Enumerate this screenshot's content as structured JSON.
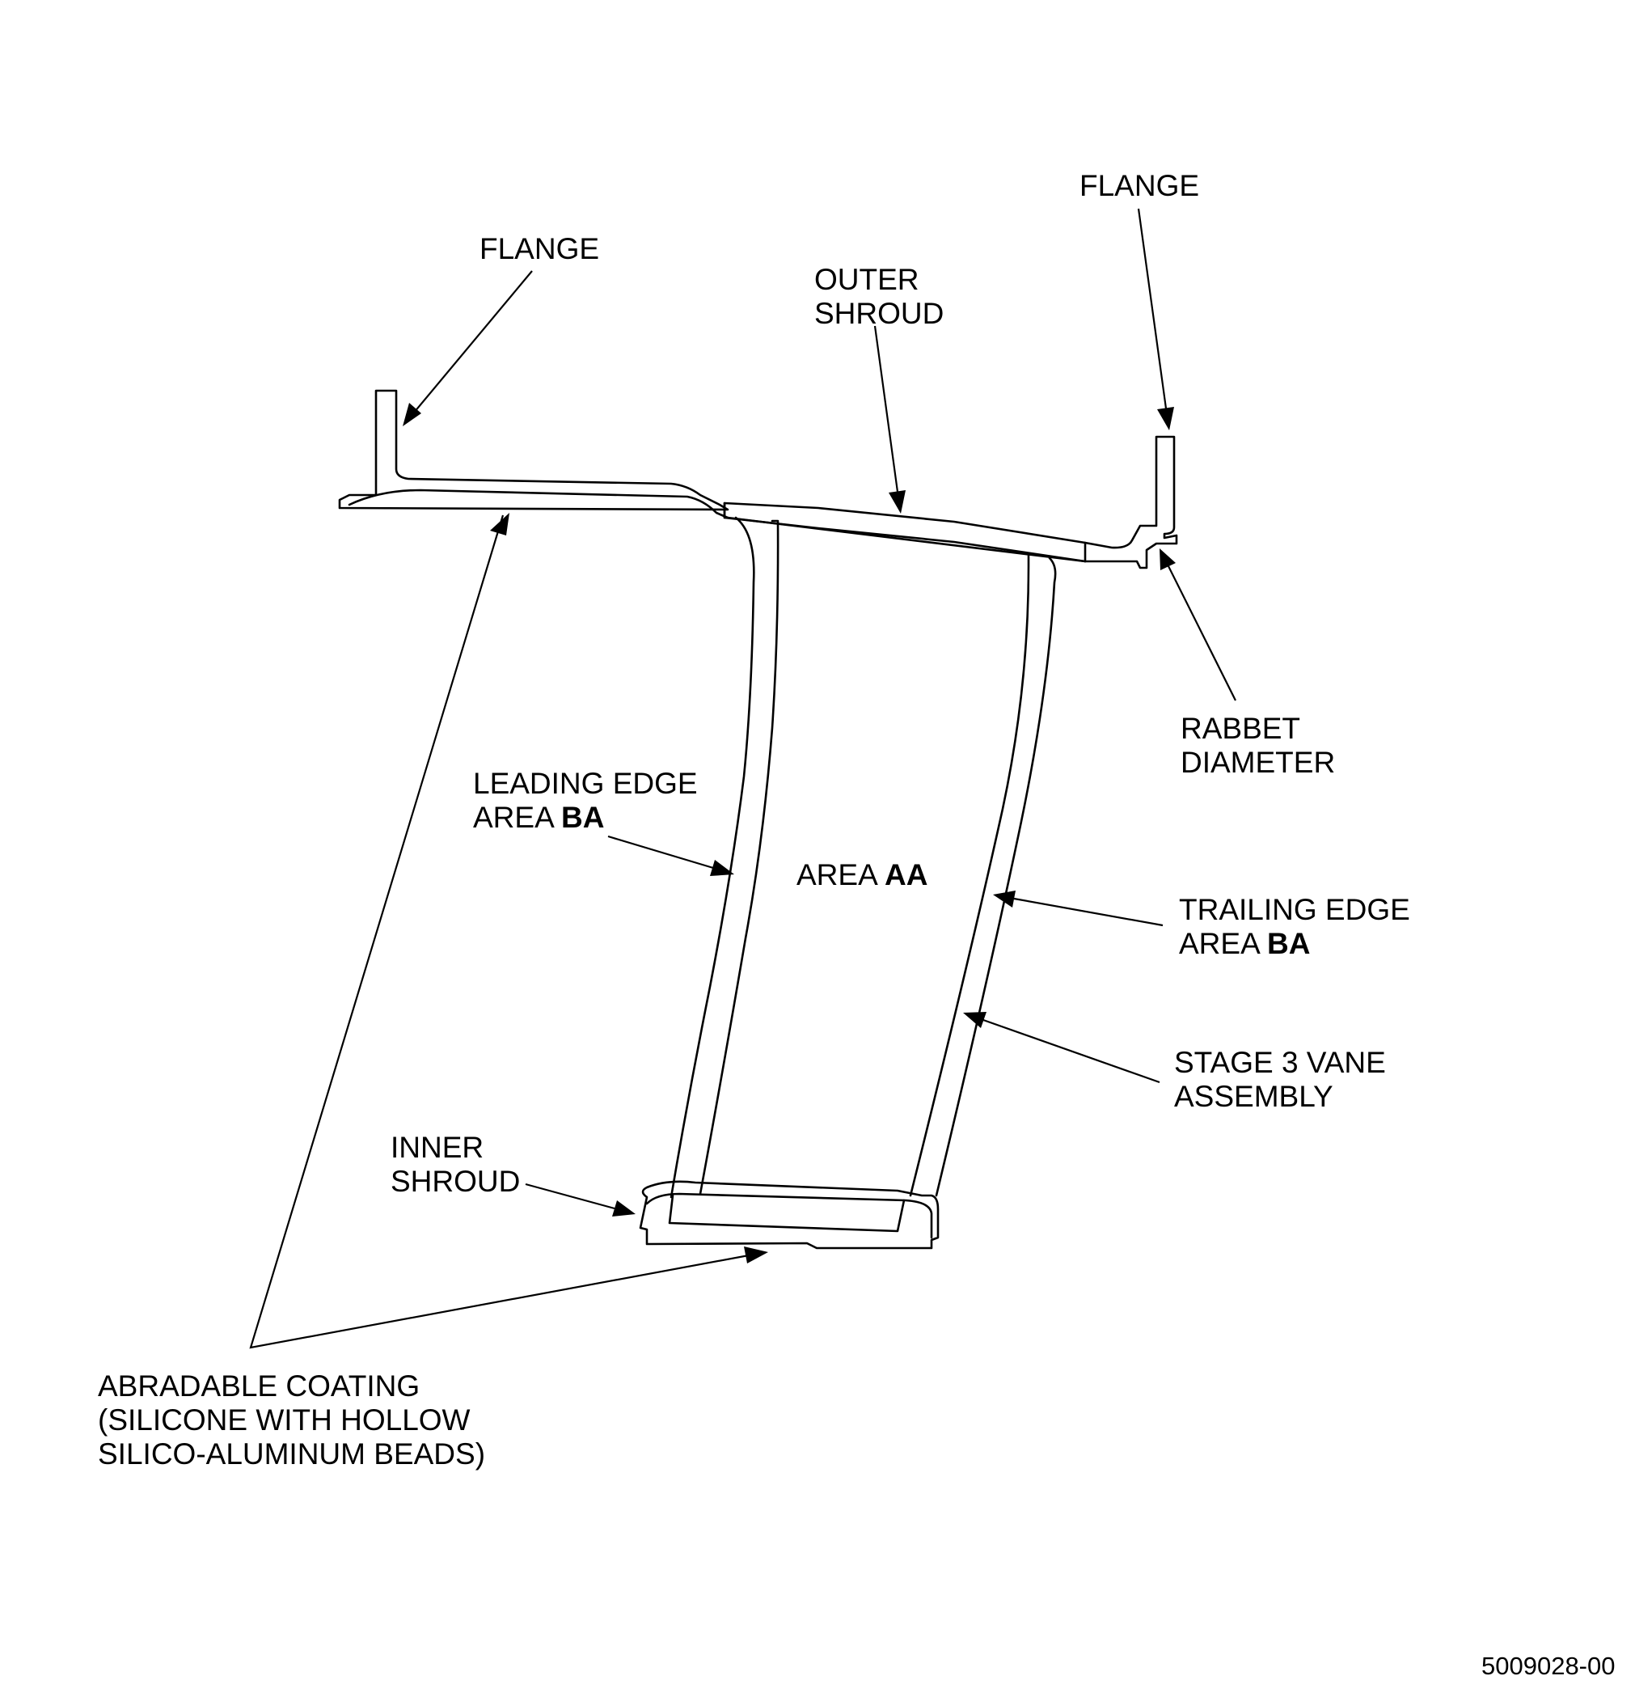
{
  "labels": {
    "flange_left": "FLANGE",
    "flange_right": "FLANGE",
    "outer_shroud": [
      "OUTER",
      "SHROUD"
    ],
    "rabbet_diameter": [
      "RABBET",
      "DIAMETER"
    ],
    "leading_edge": {
      "line1": "LEADING EDGE",
      "line2_prefix": "AREA ",
      "line2_bold": "BA"
    },
    "area_aa": {
      "prefix": "AREA ",
      "bold": "AA"
    },
    "trailing_edge": {
      "line1": "TRAILING EDGE",
      "line2_prefix": "AREA ",
      "line2_bold": "BA"
    },
    "stage3_vane": [
      "STAGE 3 VANE",
      "ASSEMBLY"
    ],
    "inner_shroud": [
      "INNER",
      "SHROUD"
    ],
    "abradable_coating": [
      "ABRADABLE COATING",
      "(SILICONE WITH HOLLOW",
      "SILICO-ALUMINUM BEADS)"
    ]
  },
  "figure_number": "5009028-00"
}
